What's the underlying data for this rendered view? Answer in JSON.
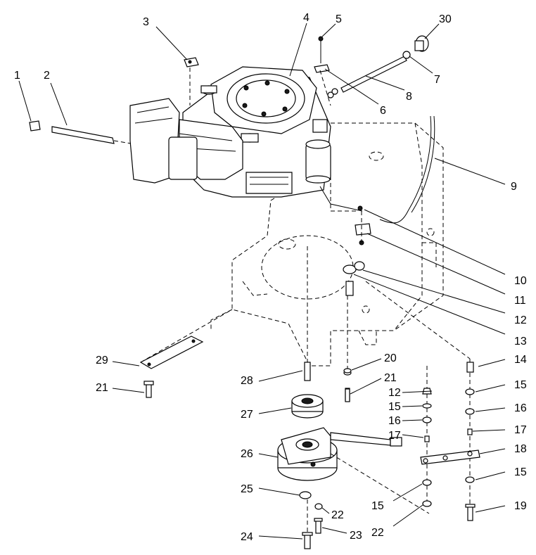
{
  "callouts": [
    "1",
    "2",
    "3",
    "4",
    "5",
    "30",
    "7",
    "8",
    "6",
    "9",
    "10",
    "11",
    "12",
    "13",
    "14",
    "15",
    "16",
    "17",
    "18",
    "19",
    "29",
    "21",
    "28",
    "20",
    "27",
    "26",
    "25",
    "22",
    "23",
    "24"
  ]
}
